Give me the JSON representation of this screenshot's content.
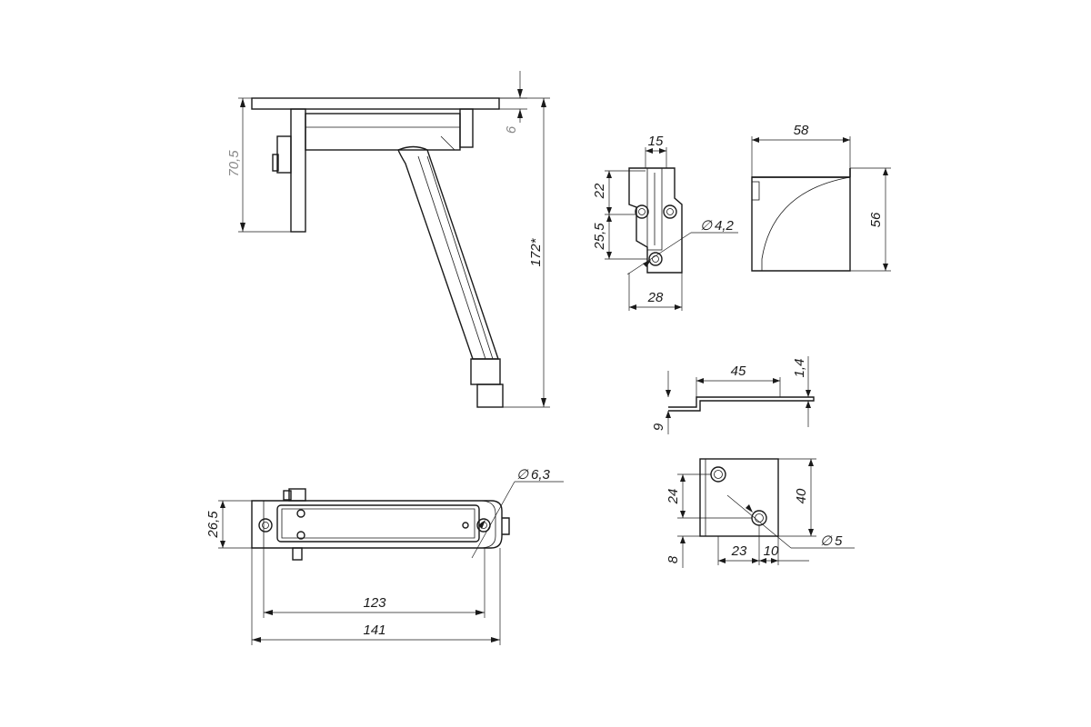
{
  "dimensions": {
    "height_70_5": "70,5",
    "gap_6": "6",
    "length_172": "172*",
    "width_15": "15",
    "height_22": "22",
    "height_25_5": "25,5",
    "hole_4_2": "4,2",
    "width_28": "28",
    "width_58": "58",
    "height_56": "56",
    "length_45": "45",
    "thick_1_4": "1,4",
    "height_9": "9",
    "height_24": "24",
    "height_40": "40",
    "offset_8": "8",
    "width_23": "23",
    "width_10": "10",
    "hole_5": "5",
    "hole_6_3": "6,3",
    "height_26_5": "26,5",
    "length_123": "123",
    "length_141": "141"
  },
  "symbols": {
    "diameter": "∅"
  }
}
